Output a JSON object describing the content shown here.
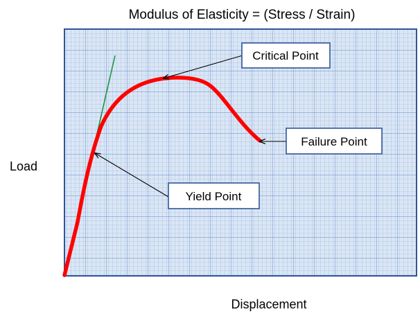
{
  "title": "Modulus of Elasticity = (Stress / Strain)",
  "axis_labels": {
    "y": "Load",
    "x": "Displacement"
  },
  "annotations": {
    "critical": "Critical Point",
    "failure": "Failure Point",
    "yield": "Yield Point"
  },
  "colors": {
    "grid_fill": "#dbe6f5",
    "grid_minor": "#8fb0dc",
    "grid_major": "#5d88c6",
    "frame": "#2f5597",
    "curve": "#ff0000",
    "tangent": "#1a9641",
    "label_border": "#2f5597",
    "arrow": "#000000"
  }
}
